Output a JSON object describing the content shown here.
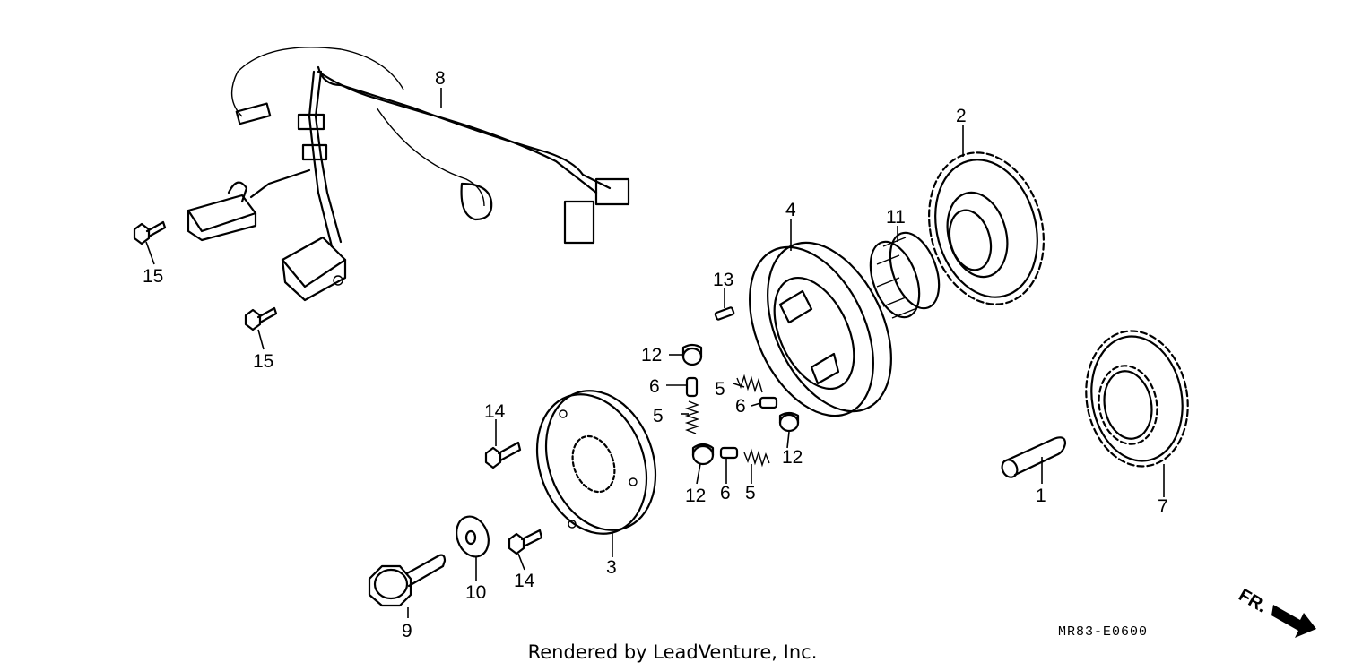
{
  "callouts": [
    "1",
    "2",
    "3",
    "4",
    "5",
    "5",
    "5",
    "6",
    "6",
    "6",
    "7",
    "8",
    "9",
    "10",
    "11",
    "12",
    "12",
    "12",
    "13",
    "14",
    "14",
    "15",
    "15"
  ],
  "diagram_code": "MR83-E0600",
  "direction_marker": "FR.",
  "credit": "Rendered by LeadVenture, Inc."
}
